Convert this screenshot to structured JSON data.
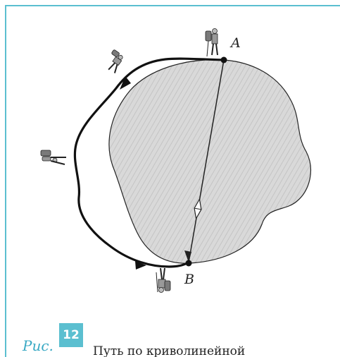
{
  "figure": {
    "point_a_label": "A",
    "point_b_label": "B",
    "colors": {
      "region_fill": "#d9d9d9",
      "path_stroke": "#111111",
      "accent": "#5bbfd0"
    },
    "icons": [
      "hiker-icon",
      "hiker-icon",
      "hiker-icon",
      "hiker-icon",
      "compass-needle-icon"
    ]
  },
  "caption": {
    "prefix": "Рис.",
    "number": "12",
    "text": "Путь по криволинейной"
  }
}
